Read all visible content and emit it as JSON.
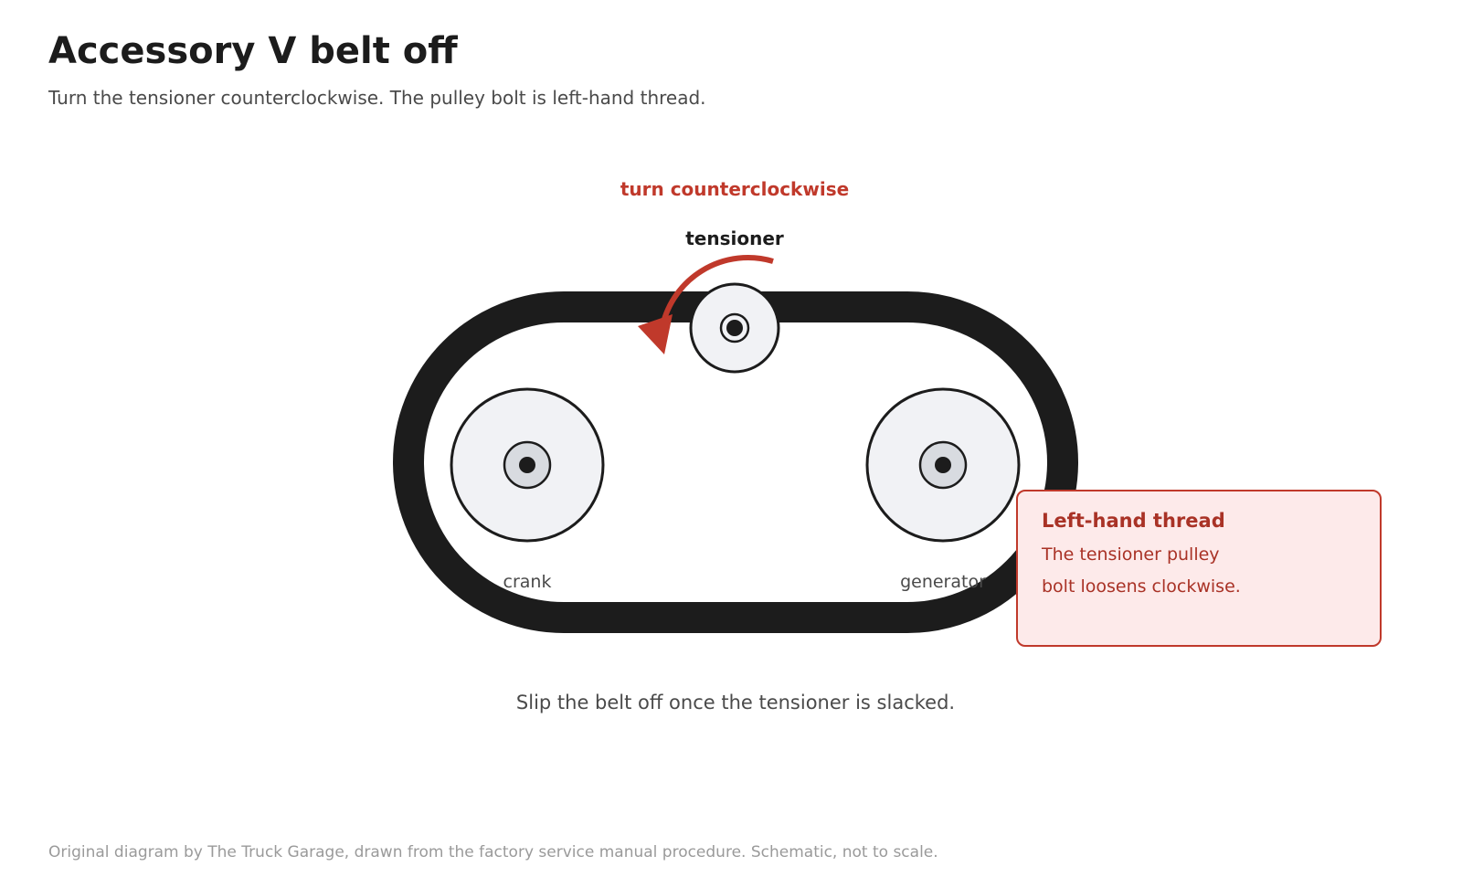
{
  "header": {
    "title": "Accessory V belt off",
    "subtitle": "Turn the tensioner counterclockwise. The pulley bolt is left-hand thread."
  },
  "diagram": {
    "rotation_label": "turn counterclockwise",
    "tensioner_label": "tensioner",
    "pulleys": {
      "crank": "crank",
      "generator": "generator"
    },
    "instruction": "Slip the belt off once the tensioner is slacked."
  },
  "callout": {
    "title": "Left-hand thread",
    "body": "The tensioner pulley bolt loosens clockwise."
  },
  "footer": {
    "credit": "Original diagram by The Truck Garage, drawn from the factory service manual procedure. Schematic, not to scale."
  },
  "colors": {
    "belt": "#1c1c1c",
    "pulley_face": "#f1f2f5",
    "hub": "#d8dbe0",
    "accent_red": "#c0392b",
    "callout_fill": "#fdeaea"
  }
}
